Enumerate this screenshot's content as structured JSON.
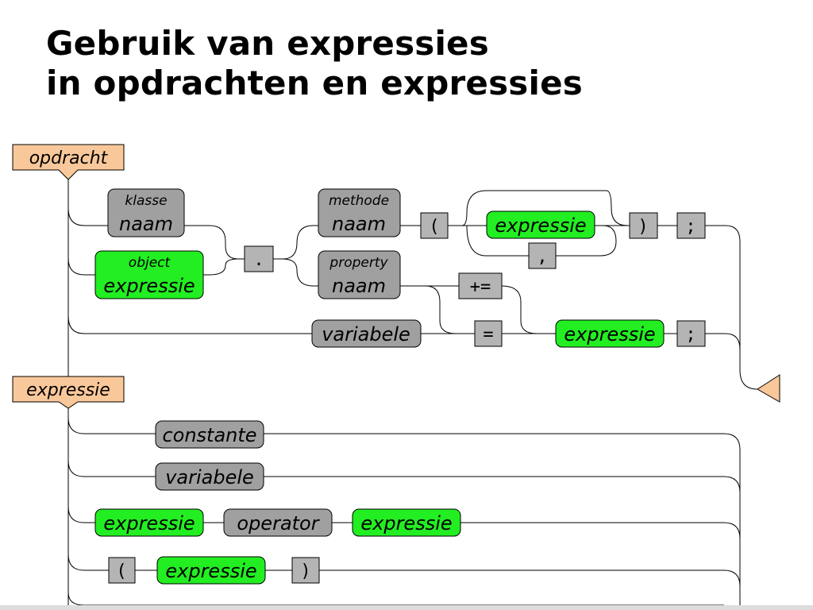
{
  "title": {
    "line1": "Gebruik van expressies",
    "line2": "in opdrachten en expressies"
  },
  "diagram": {
    "opdracht": {
      "header": "opdracht",
      "klasse_small": "klasse",
      "klasse_main": "naam",
      "object_small": "object",
      "object_main": "expressie",
      "dot": ".",
      "methode_small": "methode",
      "methode_main": "naam",
      "paren_open": "(",
      "argument": "expressie",
      "comma": ",",
      "paren_close": ")",
      "semicolon_top": ";",
      "property_small": "property",
      "property_main": "naam",
      "plus_assign": "+=",
      "variabele": "variabele",
      "assign": "=",
      "value": "expressie",
      "semicolon_bottom": ";"
    },
    "expressie": {
      "header": "expressie",
      "constante": "constante",
      "variabele": "variabele",
      "left_operand": "expressie",
      "operator": "operator",
      "right_operand": "expressie",
      "paren_open": "(",
      "inner": "expressie",
      "paren_close": ")"
    }
  },
  "colors": {
    "nonterminal": "#a0a0a0",
    "expression_nonterminal": "#22ee22",
    "terminal": "#b4b4b4",
    "header": "#f9c89a"
  }
}
